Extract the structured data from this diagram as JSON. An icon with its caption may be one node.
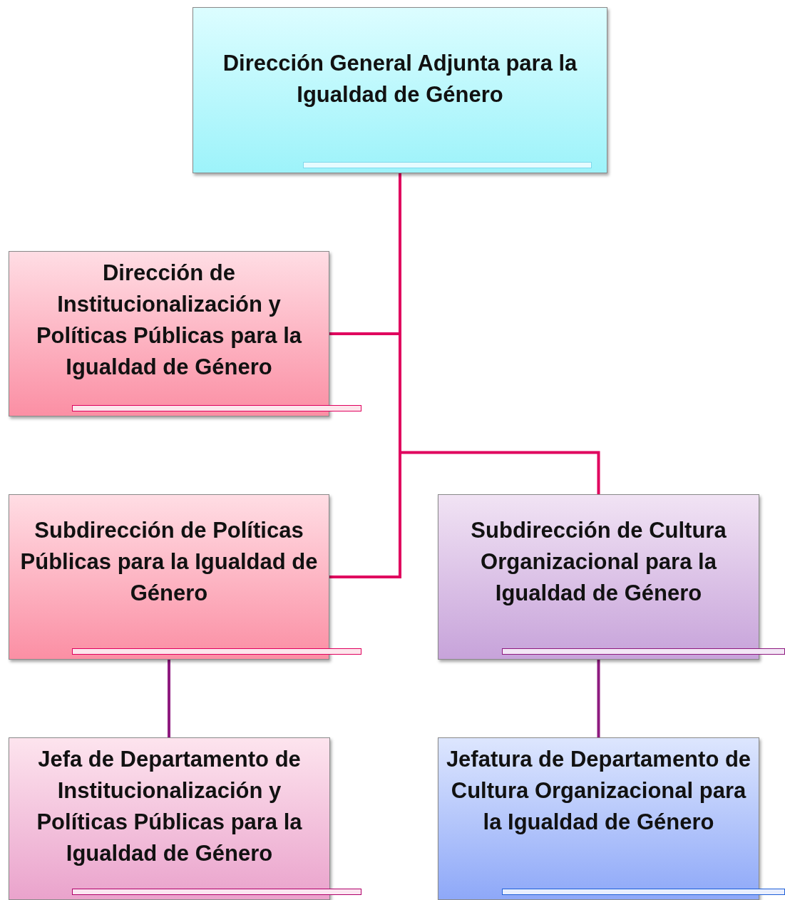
{
  "diagram": {
    "nodes": [
      {
        "text": [
          "Dirección General Adjunta para la Igualdad de Género"
        ]
      },
      {
        "text": [
          "Dirección de Institucionalización y Políticas Públicas para la Igualdad de Género"
        ]
      },
      {
        "text": [
          "Subdirección de Políticas Públicas para la Igualdad de Género"
        ]
      },
      {
        "text": [
          "Subdirección de Cultura Organizacional para la Igualdad de Género"
        ]
      },
      {
        "text": [
          "Jefa de Departamento de Institucionalización y Políticas Públicas para la Igualdad de Género"
        ]
      },
      {
        "text": [
          "Jefatura de Departamento de Cultura Organizacional para la Igualdad de Género"
        ]
      }
    ],
    "edges": [
      {
        "from": 0,
        "to": 1,
        "arrow": "none"
      },
      {
        "from": 0,
        "to": 2,
        "arrow": "none"
      },
      {
        "from": 0,
        "to": 3,
        "arrow": "none"
      },
      {
        "from": 2,
        "to": 4,
        "arrow": "none",
        "color": "#8e1a7f"
      },
      {
        "from": 3,
        "to": 5,
        "arrow": "none",
        "color": "#8e1a7f"
      }
    ]
  }
}
